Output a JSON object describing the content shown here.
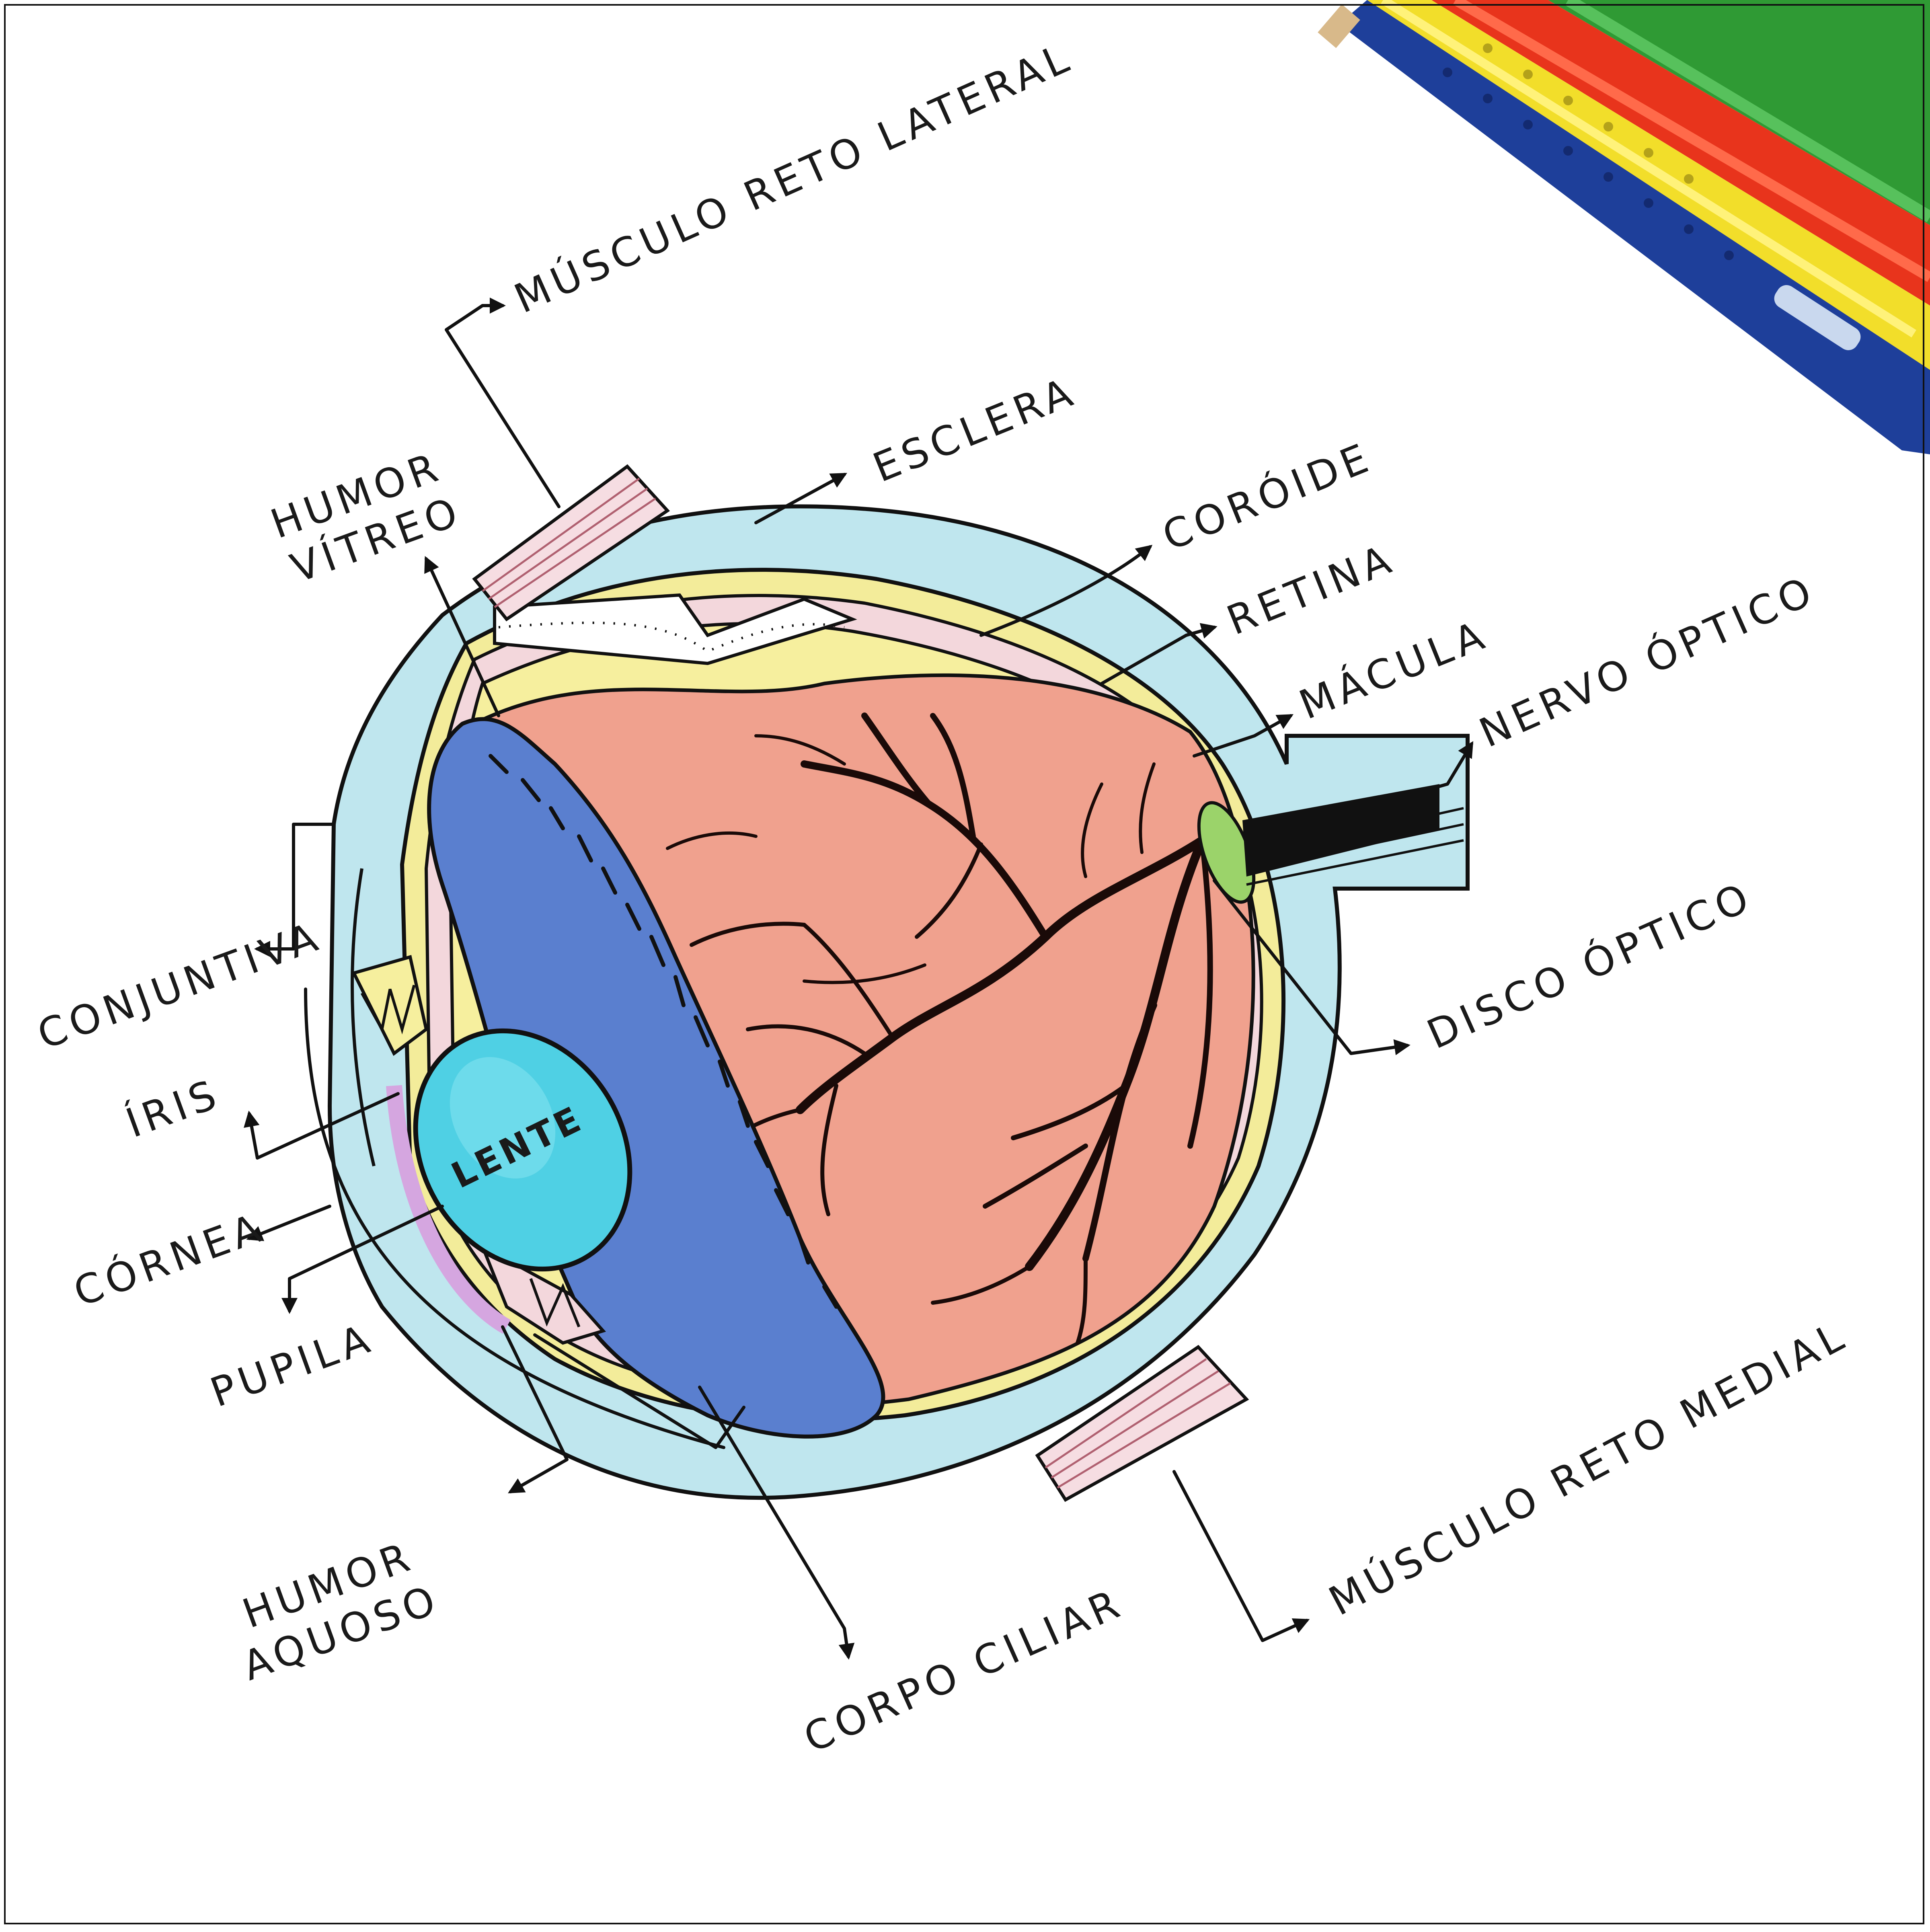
{
  "labels": {
    "musculo_reto_lateral": "MÚSCULO RETO LATERAL",
    "esclera": "ESCLERA",
    "coroide": "CORÓIDE",
    "retina": "RETINA",
    "macula": "MÁCULA",
    "nervo_optico": "NERVO ÓPTICO",
    "disco_optico": "DISCO ÓPTICO",
    "humor_vitreo_1": "HUMOR",
    "humor_vitreo_2": "VÍTREO",
    "conjuntiva": "CONJUNTIVA",
    "iris": "ÍRIS",
    "cornea": "CÓRNEA",
    "pupila": "PUPILA",
    "humor_aquoso_1": "HUMOR",
    "humor_aquoso_2": "AQUOSO",
    "corpo_ciliar": "CORPO CILIAR",
    "musculo_reto_medial": "MÚSCULO RETO MEDIAL",
    "lente": "LENTE"
  },
  "colors": {
    "sclera": "#bfe6ee",
    "choroid": "#f3d7dc",
    "retina": "#f3ec9a",
    "vitreous": "#ee9a86",
    "ciliary": "#5a7fcf",
    "lens": "#4fd0e4",
    "optic_disc": "#9bd36a",
    "muscle": "#f6dde2",
    "iris_pink": "#e6c2ec",
    "pencil_blue": "#1e3f9a",
    "pencil_yellow": "#f2de2a",
    "pencil_red": "#e8341c",
    "pencil_green": "#2f9a34"
  },
  "icons": [
    "colored-pencil-blue",
    "colored-pencil-yellow",
    "colored-pencil-red",
    "colored-pencil-green",
    "arrow-head"
  ]
}
